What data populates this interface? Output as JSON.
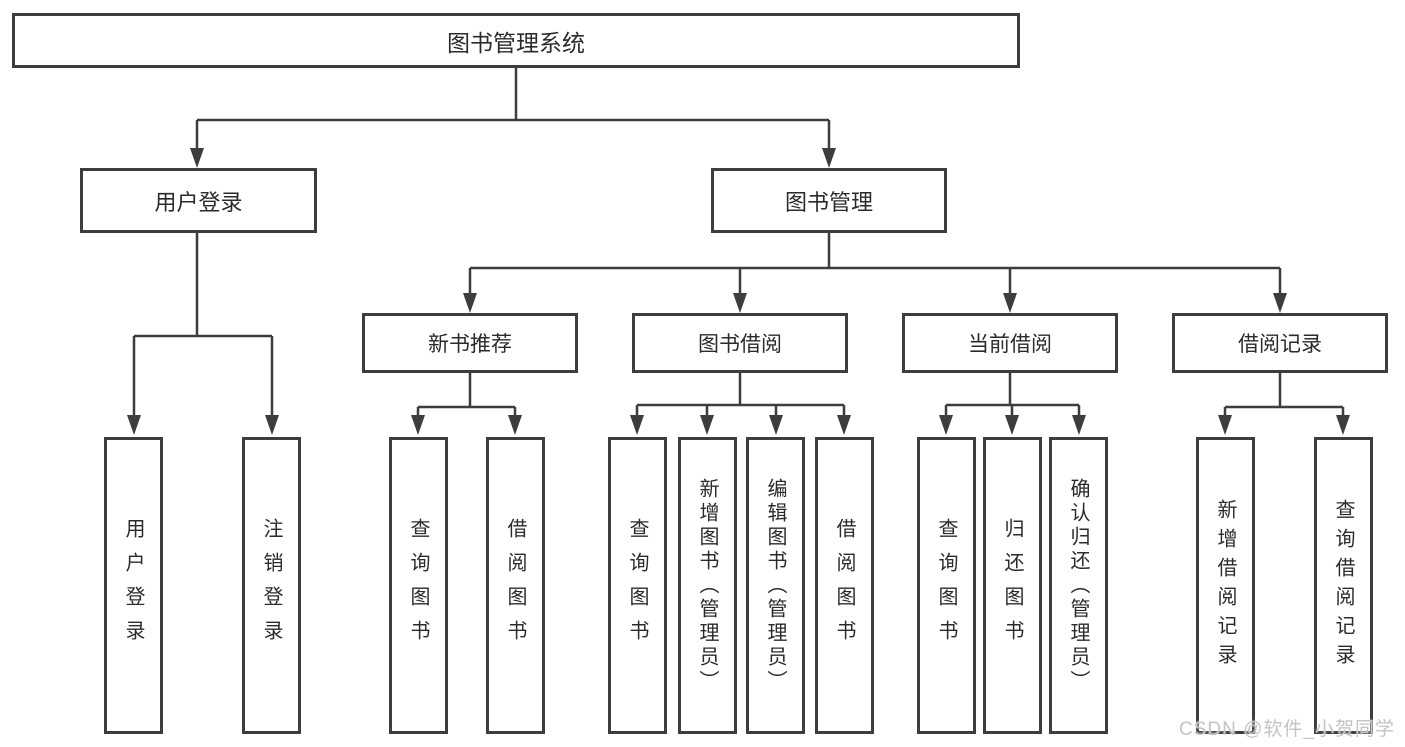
{
  "diagram_title": "图书管理系统",
  "nodes": {
    "root": {
      "label": "图书管理系统"
    },
    "user_login": {
      "label": "用户登录"
    },
    "book_management": {
      "label": "图书管理"
    },
    "leaf_user_login": {
      "label": "用户登录"
    },
    "leaf_logout": {
      "label": "注销登录"
    },
    "new_book_recommend": {
      "label": "新书推荐"
    },
    "book_borrowing": {
      "label": "图书借阅"
    },
    "current_borrowing": {
      "label": "当前借阅"
    },
    "borrowing_records": {
      "label": "借阅记录"
    },
    "rec_query_books": {
      "label": "查询图书"
    },
    "rec_borrow_books": {
      "label": "借阅图书"
    },
    "bb_query_books": {
      "label": "查询图书"
    },
    "bb_add_books": {
      "label": "新增图书（管理员）"
    },
    "bb_edit_books": {
      "label": "编辑图书（管理员）"
    },
    "bb_borrow_books": {
      "label": "借阅图书"
    },
    "cb_query_books": {
      "label": "查询图书"
    },
    "cb_return_books": {
      "label": "归还图书"
    },
    "cb_confirm_return": {
      "label": "确认归还（管理员）"
    },
    "br_add_record": {
      "label": "新增借阅记录"
    },
    "br_query_record": {
      "label": "查询借阅记录"
    }
  },
  "edges": [
    {
      "from": "图书管理系统",
      "to": "用户登录"
    },
    {
      "from": "图书管理系统",
      "to": "图书管理"
    },
    {
      "from": "用户登录",
      "to": "用户登录"
    },
    {
      "from": "用户登录",
      "to": "注销登录"
    },
    {
      "from": "图书管理",
      "to": "新书推荐"
    },
    {
      "from": "图书管理",
      "to": "图书借阅"
    },
    {
      "from": "图书管理",
      "to": "当前借阅"
    },
    {
      "from": "图书管理",
      "to": "借阅记录"
    },
    {
      "from": "新书推荐",
      "to": "查询图书"
    },
    {
      "from": "新书推荐",
      "to": "借阅图书"
    },
    {
      "from": "图书借阅",
      "to": "查询图书"
    },
    {
      "from": "图书借阅",
      "to": "新增图书（管理员）"
    },
    {
      "from": "图书借阅",
      "to": "编辑图书（管理员）"
    },
    {
      "from": "图书借阅",
      "to": "借阅图书"
    },
    {
      "from": "当前借阅",
      "to": "查询图书"
    },
    {
      "from": "当前借阅",
      "to": "归还图书"
    },
    {
      "from": "当前借阅",
      "to": "确认归还（管理员）"
    },
    {
      "from": "借阅记录",
      "to": "新增借阅记录"
    },
    {
      "from": "借阅记录",
      "to": "查询借阅记录"
    }
  ],
  "watermark": {
    "text": "CSDN @软件_小贺同学"
  },
  "colors": {
    "line": "#3d3d3d",
    "text": "#2b2b2b",
    "background": "#ffffff",
    "watermark": "#c3c3c3"
  }
}
